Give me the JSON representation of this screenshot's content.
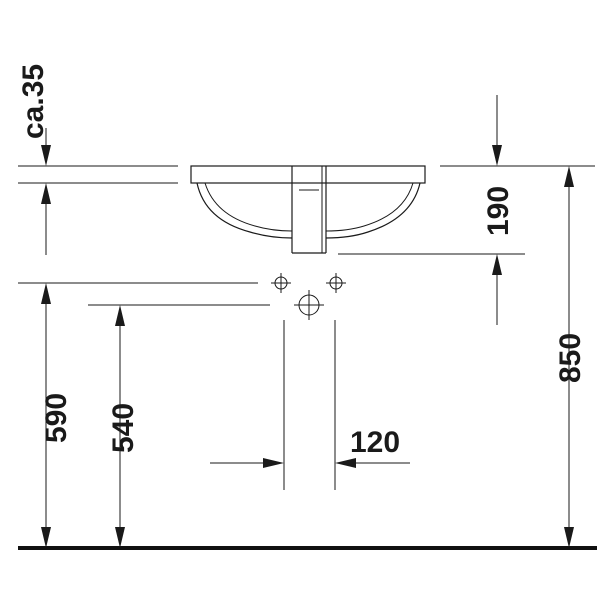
{
  "dimensions": {
    "overflow_clearance": "ca.35",
    "basin_depth": "190",
    "rim_height": "850",
    "outlet_height": "590",
    "supply_height": "540",
    "supply_spacing": "120"
  },
  "colors": {
    "ink": "#1a1a1a",
    "background": "#ffffff"
  }
}
